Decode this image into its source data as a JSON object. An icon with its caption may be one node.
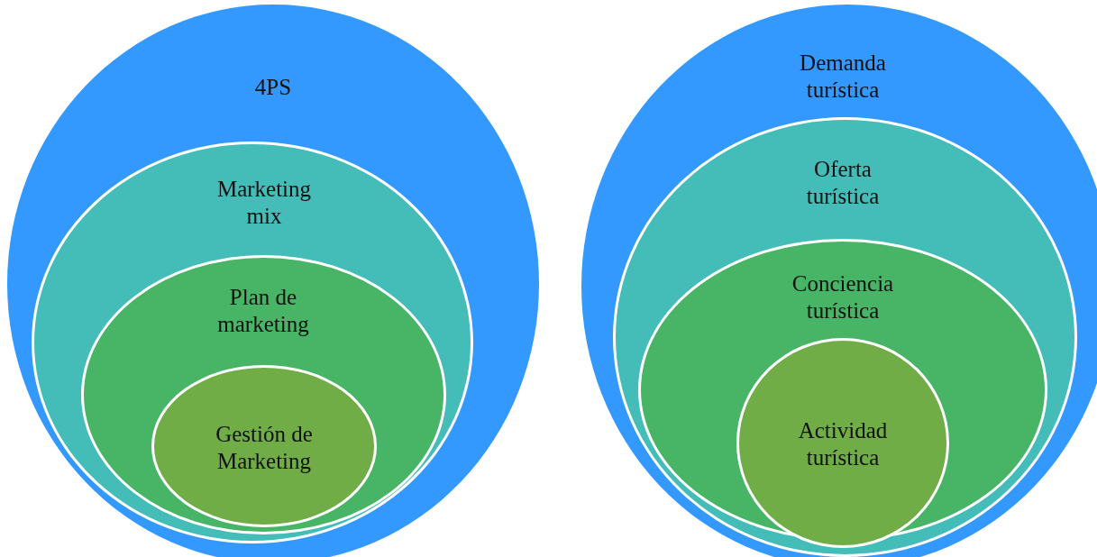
{
  "diagram": {
    "nodes": [
      {
        "text": [
          "4PS"
        ]
      },
      {
        "text": [
          "Marketing mix"
        ],
        "in": 0
      },
      {
        "text": [
          "Plan de marketing"
        ],
        "in": 1
      },
      {
        "text": [
          "Gestión de Marketing"
        ],
        "in": 2
      },
      {
        "text": [
          "Demanda turística"
        ]
      },
      {
        "text": [
          "Oferta turística"
        ],
        "in": 4
      },
      {
        "text": [
          "Conciencia turística"
        ],
        "in": 5
      },
      {
        "text": [
          "Actividad turística"
        ],
        "in": 6
      }
    ]
  }
}
